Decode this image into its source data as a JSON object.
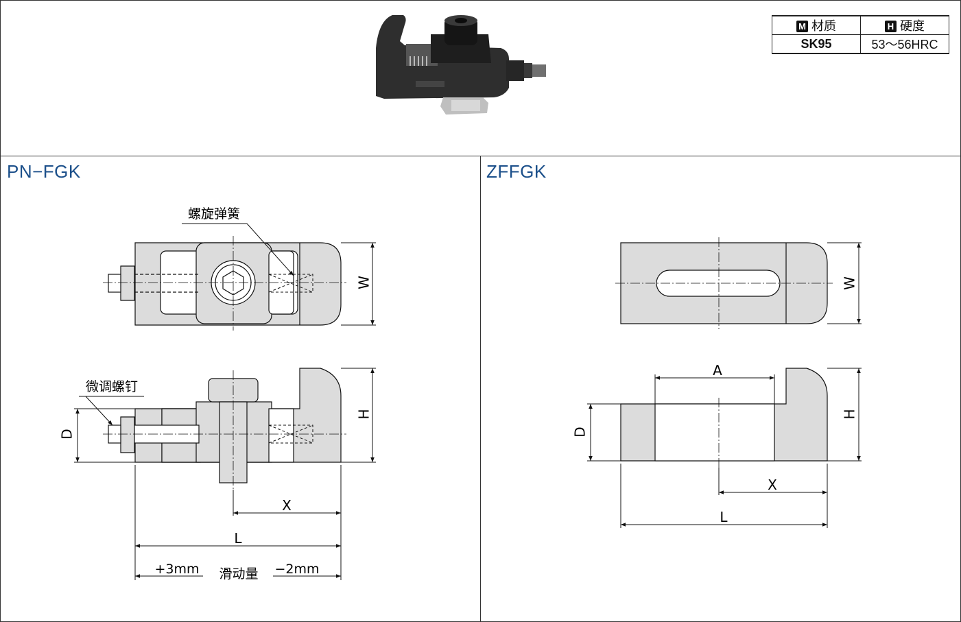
{
  "spec_table": {
    "material_icon": "M",
    "material_label": "材质",
    "hardness_icon": "H",
    "hardness_label": "硬度",
    "material_value": "SK95",
    "hardness_value": "53～56HRC"
  },
  "left_panel": {
    "title": "PN−FGK",
    "label_spring": "螺旋弹簧",
    "label_adjust_screw": "微调螺钉",
    "dim_w": "W",
    "dim_h": "H",
    "dim_d": "D",
    "dim_x": "X",
    "dim_l": "L",
    "slide_plus": "+3mm",
    "slide_label": "滑动量",
    "slide_minus": "−2mm"
  },
  "right_panel": {
    "title": "ZFFGK",
    "dim_w": "W",
    "dim_h": "H",
    "dim_d": "D",
    "dim_a": "A",
    "dim_x": "X",
    "dim_l": "L"
  },
  "colors": {
    "part_fill": "#dcdcdc",
    "title_blue": "#1b4f8a",
    "photo_body": "#2e2e2e"
  }
}
